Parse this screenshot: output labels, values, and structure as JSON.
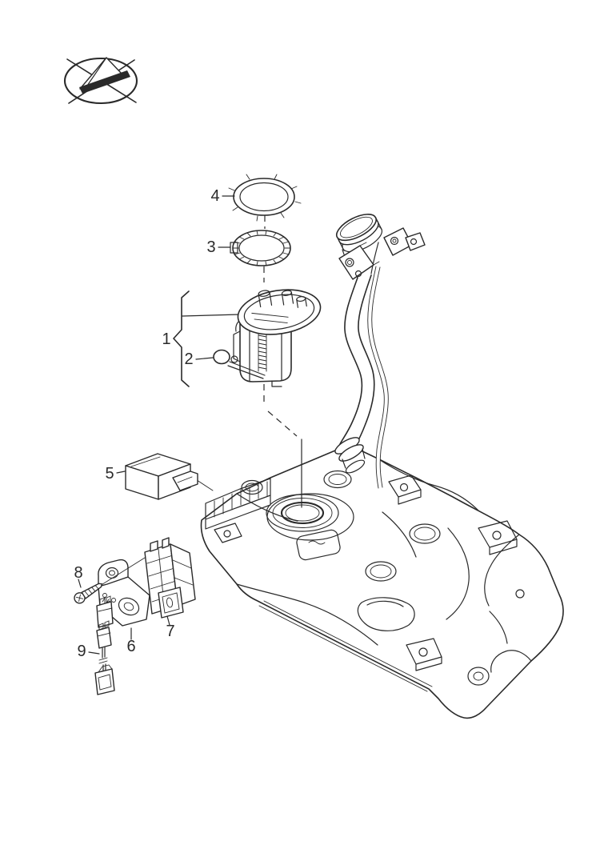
{
  "palette": {
    "background": "#ffffff",
    "ink": "#2a2a2a"
  },
  "logo": {
    "icon": "crossed-out-oval-brand-emblem"
  },
  "callouts": [
    {
      "label": "1"
    },
    {
      "label": "2"
    },
    {
      "label": "3"
    },
    {
      "label": "4"
    },
    {
      "label": "5"
    },
    {
      "label": "6"
    },
    {
      "label": "7"
    },
    {
      "label": "8"
    },
    {
      "label": "9"
    }
  ]
}
